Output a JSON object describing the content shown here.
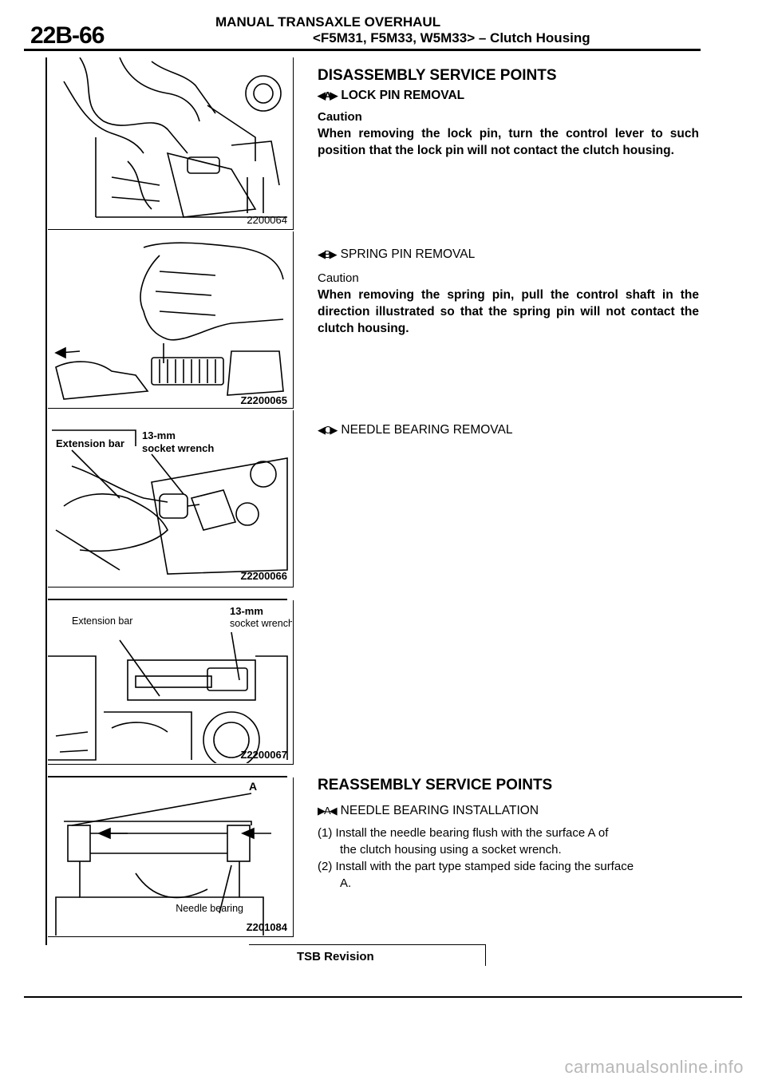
{
  "header": {
    "page_number": "22B-66",
    "title": "MANUAL TRANSAXLE OVERHAUL",
    "subtitle": "<F5M31, F5M33, W5M33> – Clutch Housing"
  },
  "figures": [
    {
      "code": "2200064"
    },
    {
      "code": "Z2200065"
    },
    {
      "code": "Z2200066",
      "label_left": "Extension bar",
      "label_right_1": "13-mm",
      "label_right_2": "socket wrench"
    },
    {
      "code": "Z2200067",
      "label_left": "Extension bar",
      "label_right_1": "13-mm",
      "label_right_2": "socket wrench"
    },
    {
      "code": "Z201084",
      "label_a": "A",
      "label_part": "Needle bearing"
    }
  ],
  "disassembly": {
    "heading": "DISASSEMBLY SERVICE POINTS",
    "items": [
      {
        "marker": "◀A▶",
        "title": "LOCK PIN REMOVAL",
        "caution_label": "Caution",
        "caution_text": "When removing the lock pin, turn the control lever to such position that the lock pin will not contact the clutch housing."
      },
      {
        "marker": "◀B▶",
        "title": "SPRING PIN REMOVAL",
        "caution_label": "Caution",
        "caution_text": "When removing the spring pin, pull the control shaft in the direction illustrated so that the spring pin will not contact the clutch housing."
      },
      {
        "marker": "◀C▶",
        "title": "NEEDLE BEARING REMOVAL"
      }
    ]
  },
  "reassembly": {
    "heading": "REASSEMBLY SERVICE POINTS",
    "marker": "▶A◀",
    "title": "NEEDLE BEARING INSTALLATION",
    "step1_a": "(1) Install the needle bearing flush with the surface A of",
    "step1_b": "the clutch housing using a socket wrench.",
    "step2_a": "(2) Install with the part type stamped side facing the surface",
    "step2_b": "A."
  },
  "footer": {
    "tsb": "TSB Revision",
    "watermark": "carmanualsonline.info"
  }
}
